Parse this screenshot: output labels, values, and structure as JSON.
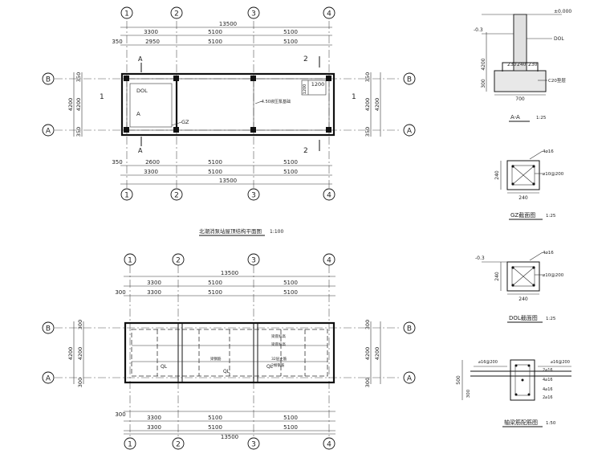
{
  "grid": {
    "x_axes": [
      "1",
      "2",
      "3",
      "4"
    ],
    "y_axes": [
      "B",
      "A"
    ]
  },
  "plan1": {
    "title": "北潮消泵站屋顶结构平面图",
    "scale": "1:100",
    "dims_top_total": "13500",
    "dims_top_row2": [
      "3300",
      "5100",
      "5100"
    ],
    "dims_top_row3": [
      "2950",
      "5100",
      "5100"
    ],
    "dims_bottom_row1": [
      "2600",
      "5100",
      "5100"
    ],
    "dims_bottom_row2": [
      "3300",
      "5100",
      "5100"
    ],
    "dims_bottom_total": "13500",
    "edge_350": "350",
    "left_dims": [
      "350",
      "4200",
      "350"
    ],
    "left_total": "4200",
    "right_dims": [
      "350",
      "4200",
      "350"
    ],
    "right_total": "4200",
    "dims_1200": "1200",
    "section_marks": [
      "1",
      "2",
      "A"
    ],
    "labels": {
      "dol": "DOL",
      "a": "A",
      "gz": "GZ",
      "note": "-4.50液压泵基础"
    }
  },
  "plan2": {
    "dims_top_total": "13500",
    "dims_top_row2": [
      "3300",
      "5100",
      "5100"
    ],
    "dims_top_row3": [
      "3300",
      "5100",
      "5100"
    ],
    "dims_bottom_row1": [
      "3300",
      "5100",
      "5100"
    ],
    "dims_bottom_row2": [
      "13500"
    ],
    "edge_300": "300",
    "left_dims": [
      "300",
      "4200",
      "300"
    ],
    "left_total": "4200",
    "right_dims": [
      "300",
      "4200",
      "300"
    ],
    "right_total": "4200",
    "labels": {
      "ql1": "QL",
      "ql2": "QL",
      "ql3": "QL",
      "note1": "梁底标高",
      "note2": "梁底标高",
      "note3": "32层主筋",
      "note4": "2根钢筋",
      "note5": "梁钢筋"
    }
  },
  "sections": {
    "aa": {
      "title": "A-A",
      "scale": "1:25",
      "elev_top": "±0.000",
      "elev_left": "-0.3",
      "dim_side": "4200",
      "dim_bot": "300",
      "dims_base": [
        "230",
        "240",
        "230"
      ],
      "dim_width": "700",
      "label_dol": "DOL",
      "label_fill": "C20垫层"
    },
    "gz": {
      "title": "GZ截面图",
      "scale": "1:25",
      "rebar": "4⌀16",
      "stirrup": "⌀10@200",
      "dim_side": "240",
      "dim_bot": "240"
    },
    "dol": {
      "title": "DOL截面图",
      "scale": "1:25",
      "elev": "-0.3",
      "rebar": "4⌀16",
      "stirrup": "⌀10@200",
      "dim_side": "240",
      "dim_bot": "240"
    },
    "beam": {
      "title": "轴梁筋配筋图",
      "scale": "1:50",
      "top_left": "⌀16@200",
      "top_right": "⌀16@200",
      "r1": "2⌀16",
      "r2": "4⌀16",
      "r3": "4⌀16",
      "r4": "2⌀16",
      "dim_side": "500",
      "dim_bot": "300"
    }
  }
}
